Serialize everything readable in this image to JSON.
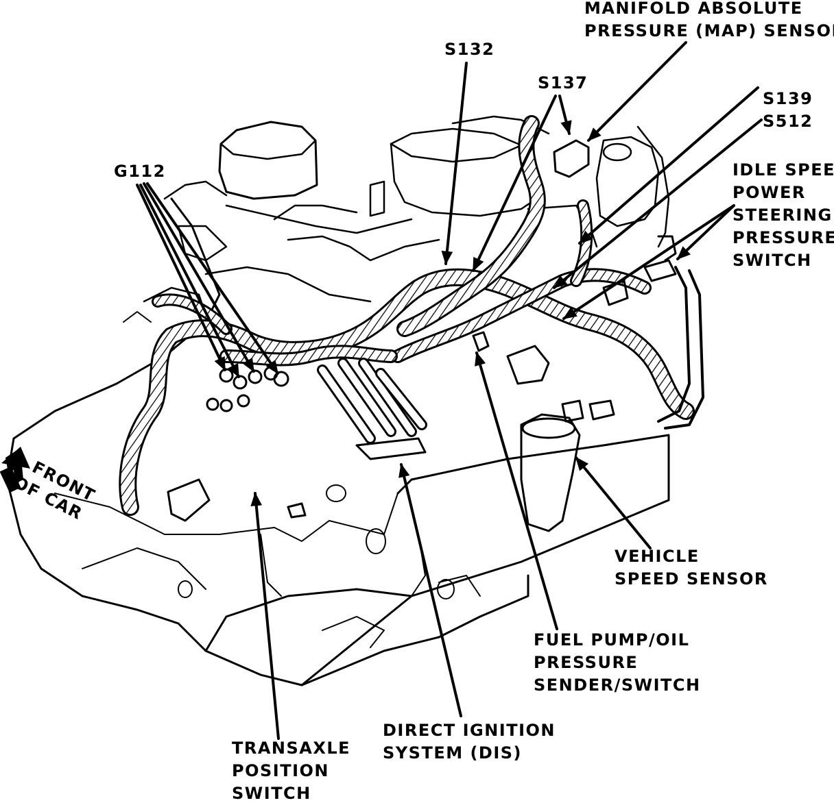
{
  "callouts": {
    "map_sensor": [
      "MANIFOLD ABSOLUTE",
      "PRESSURE (MAP) SENSOR"
    ],
    "s132": "S132",
    "s137": "S137",
    "s139_s512": [
      "S139",
      "S512"
    ],
    "g112": "G112",
    "idle_speed": [
      "IDLE SPEED",
      "POWER",
      "STEERING",
      "PRESSURE",
      "SWITCH"
    ],
    "vehicle_speed": [
      "VEHICLE",
      "SPEED SENSOR"
    ],
    "fuel_pump": [
      "FUEL PUMP/OIL",
      "PRESSURE",
      "SENDER/SWITCH"
    ],
    "dis": [
      "DIRECT IGNITION",
      "SYSTEM (DIS)"
    ],
    "transaxle": [
      "TRANSAXLE",
      "POSITION",
      "SWITCH"
    ],
    "front_of_car": [
      "FRONT",
      "OF CAR"
    ]
  },
  "colors": {
    "ink": "#000000",
    "paper": "#ffffff"
  }
}
